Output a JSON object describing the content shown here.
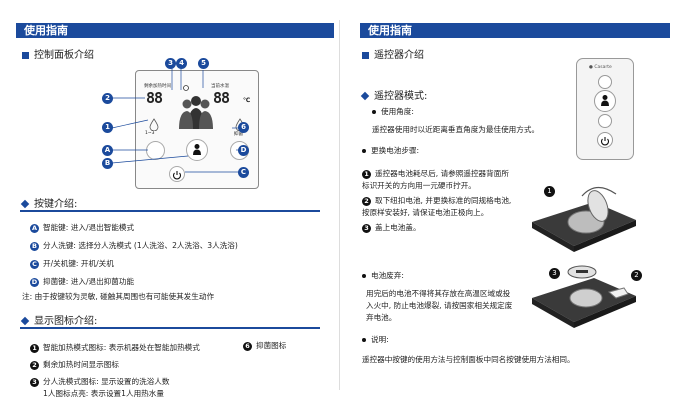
{
  "left": {
    "header": "使用指南",
    "panel_title": "控制面板介绍",
    "callouts": [
      "1",
      "2",
      "3",
      "4",
      "5",
      "6",
      "A",
      "B",
      "C",
      "D"
    ],
    "panel_labels": {
      "left_display_small": "剩余加热时间",
      "right_display_small": "当前水温",
      "left_digits": "88",
      "right_digits": "88",
      "unit": "℃",
      "left_icon_text": "1~3",
      "right_icon_text": "抑菌"
    },
    "keys_title": "按键介绍:",
    "keys": [
      {
        "mark": "A",
        "text": "智能键: 进入/退出智能模式"
      },
      {
        "mark": "B",
        "text": "分人洗键: 选择分人洗模式 (1人洗浴、2人洗浴、3人洗浴)"
      },
      {
        "mark": "C",
        "text": "开/关机键: 开机/关机"
      },
      {
        "mark": "D",
        "text": "抑菌键: 进入/退出抑菌功能"
      }
    ],
    "keys_note": "注: 由于按键较为灵敏, 碰触其周围也有可能使其发生动作",
    "icons_title": "显示图标介绍:",
    "icons": [
      {
        "mark": "1",
        "text": "智能加热模式图标: 表示机器处在智能加热模式"
      },
      {
        "mark": "2",
        "text": "剩余加热时间显示图标"
      },
      {
        "mark": "3",
        "text": "分人洗模式图标: 显示设置的洗浴人数"
      }
    ],
    "icon_6": {
      "mark": "6",
      "text": "抑菌图标"
    },
    "icons_sub": "1人图标点亮: 表示设置1人用热水量"
  },
  "right": {
    "header": "使用指南",
    "remote_title": "遥控器介绍",
    "remote_brand": "● Casarte",
    "mode_title": "遥控器模式:",
    "angle_title": "使用角度:",
    "angle_text": "遥控器使用时以近距离垂直角度为最佳使用方式。",
    "battery_title": "更换电池步骤:",
    "steps": [
      {
        "mark": "1",
        "text": "遥控器电池耗尽后, 请参照遥控器背面所标识开关的方向用一元硬币拧开。"
      },
      {
        "mark": "2",
        "text": "取下纽扣电池, 并更换标准的同规格电池, 按原样安装好, 请保证电池正极向上。"
      },
      {
        "mark": "3",
        "text": "盖上电池盖。"
      }
    ],
    "img_marks": [
      "1",
      "2",
      "3"
    ],
    "dispose_title": "电池废弃:",
    "dispose_text": "用完后的电池不得将其存放在高温区域或投入火中, 防止电池爆裂, 请按国家相关规定废弃电池。",
    "note_title": "说明:",
    "note_text": "遥控器中按键的使用方法与控制面板中同名按键使用方法相同。"
  }
}
